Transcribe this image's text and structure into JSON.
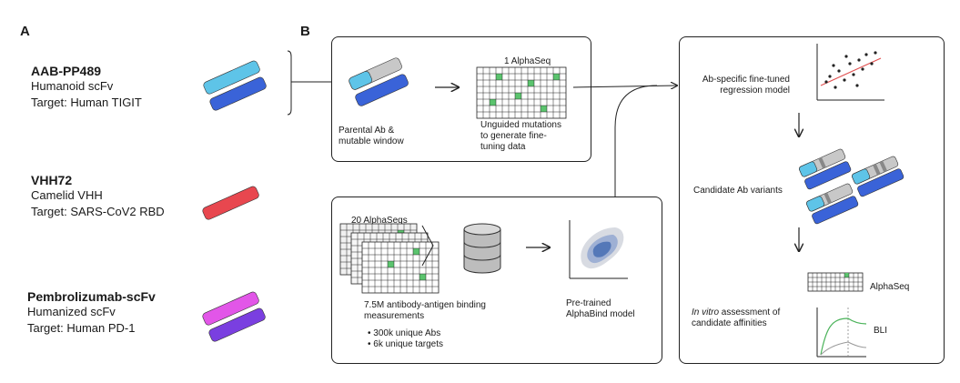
{
  "panel_a": {
    "letter": "A",
    "antibodies": [
      {
        "name": "AAB-PP489",
        "type": "Humanoid scFv",
        "target": "Target: Human TIGIT"
      },
      {
        "name": "VHH72",
        "type": "Camelid VHH",
        "target": "Target: SARS-CoV2 RBD"
      },
      {
        "name": "Pembrolizumab-scFv",
        "type": "Humanized scFv",
        "target": "Target: Human PD-1"
      }
    ]
  },
  "panel_b": {
    "letter": "B",
    "parental_label_1": "Parental Ab &",
    "parental_label_2": "mutable window",
    "grid_title": "1 AlphaSeq",
    "unguided_1": "Unguided mutations",
    "unguided_2": "to generate fine-",
    "unguided_3": "tuning data",
    "stack_title": "20 AlphaSeqs",
    "measurements_1": "7.5M antibody-antigen binding",
    "measurements_2": "measurements",
    "bullet_1": "300k unique Abs",
    "bullet_2": "6k unique targets",
    "pretrained_1": "Pre-trained",
    "pretrained_2": "AlphaBind model",
    "regression_1": "Ab-specific fine-tuned",
    "regression_2": "regression model",
    "candidates": "Candidate Ab variants",
    "invitro_italic": "In vitro",
    "invitro_rest": " assessment of",
    "invitro_2": "candidate affinities",
    "alphaseq_label": "AlphaSeq",
    "bli_label": "BLI"
  },
  "colors": {
    "tigit_light": "#5ec4e8",
    "tigit_dark": "#3a63d8",
    "vhh": "#e8474f",
    "pembro_light": "#e256e8",
    "pembro_dark": "#7a3fe0",
    "mutable_grey": "#c8c8c8",
    "grid_green": "#5bc46e",
    "regression_red": "#e05050",
    "bli_green": "#4bb35a"
  }
}
